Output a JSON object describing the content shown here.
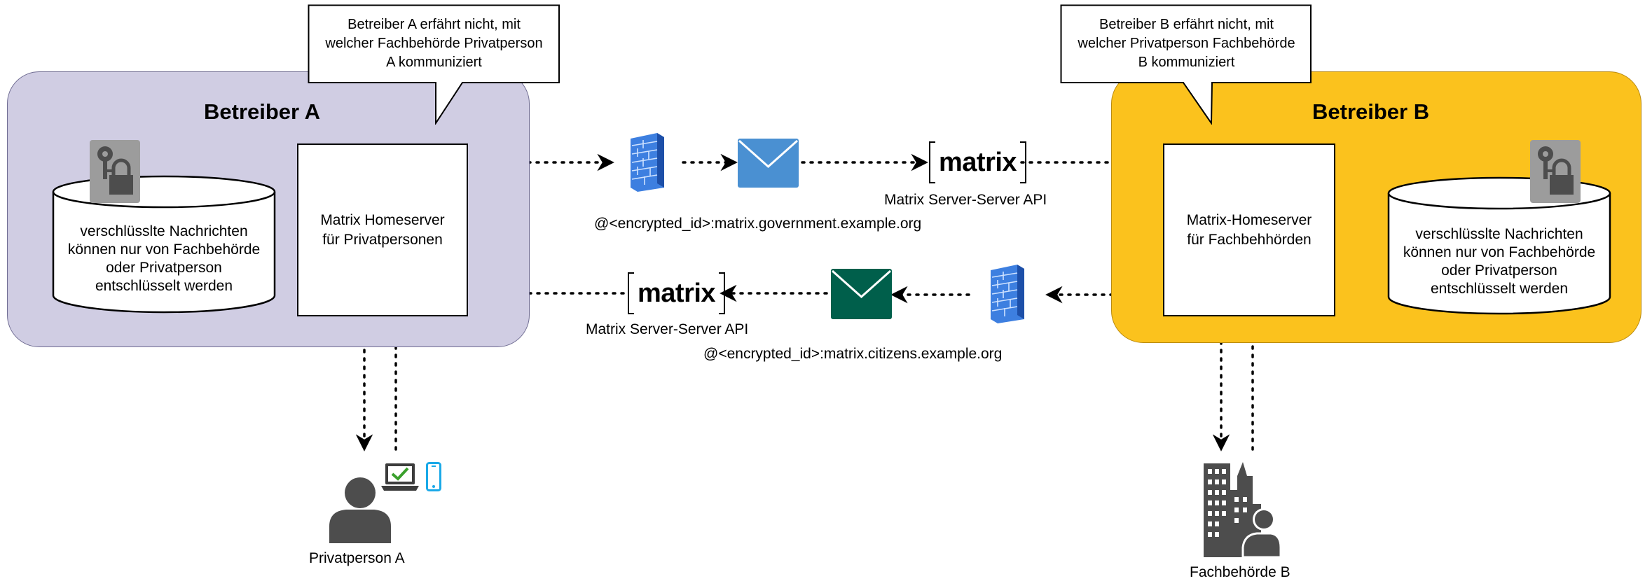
{
  "operator_a": {
    "title": "Betreiber A",
    "homeserver_label": "Matrix Homeserver\nfür Privatpersonen",
    "storage_label": "verschlüsslte Nachrichten\nkönnen nur von Fachbehörde\noder Privatperson\nentschlüsselt werden",
    "callout": "Betreiber A erfährt nicht, mit\nwelcher Fachbehörde Privatperson\nA kommuniziert"
  },
  "operator_b": {
    "title": "Betreiber B",
    "homeserver_label": "Matrix-Homeserver\nfür Fachbehhörden",
    "storage_label": "verschlüsslte Nachrichten\nkönnen nur von Fachbehörde\noder Privatperson\nentschlüsselt werden",
    "callout": "Betreiber B erfährt nicht, mit\nwelcher Privatperson Fachbehörde\nB kommuniziert"
  },
  "flows": {
    "top_logo": "matrix",
    "top_api_label": "Matrix Server-Server API",
    "top_address": "@<encrypted_id>:matrix.government.example.org",
    "bottom_logo": "matrix",
    "bottom_api_label": "Matrix Server-Server API",
    "bottom_address": "@<encrypted_id>:matrix.citizens.example.org"
  },
  "actors": {
    "person_a": "Privatperson A",
    "authority_b": "Fachbehörde B"
  },
  "colors": {
    "operator_a_fill": "#d0cde3",
    "operator_b_fill": "#fbc21d",
    "envelope_light": "#4a90d2",
    "envelope_dark": "#005f4b",
    "firewall": "#3d7fe0"
  }
}
